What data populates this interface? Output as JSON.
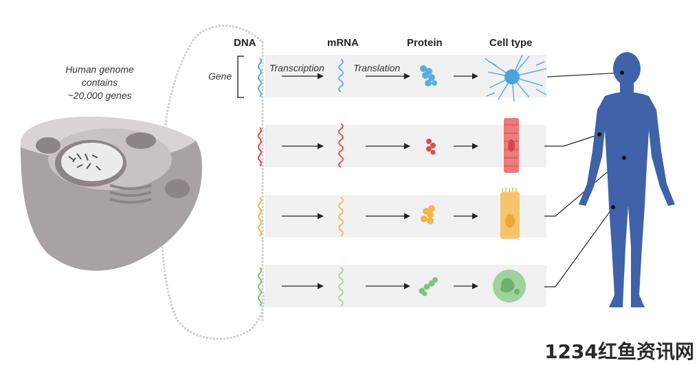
{
  "headers": {
    "dna": "DNA",
    "mrna": "mRNA",
    "protein": "Protein",
    "cell_type": "Cell type"
  },
  "labels": {
    "gene": "Gene",
    "transcription": "Transcription",
    "translation": "Translation",
    "genome_line1": "Human genome",
    "genome_line2": "contains",
    "genome_line3": "~20,000 genes"
  },
  "rows": [
    {
      "id": "neuron",
      "color": "#5aaee0",
      "cell": "nerve cell"
    },
    {
      "id": "muscle",
      "color": "#e04a4a",
      "cell": "muscle cell"
    },
    {
      "id": "epithelial",
      "color": "#f2b64a",
      "cell": "epithelial cell"
    },
    {
      "id": "immune",
      "color": "#7cc47c",
      "cell": "immune cell"
    }
  ],
  "colors": {
    "body": "#3f62a8",
    "band": "#f1f1f1",
    "cell_membrane": "#a8a2a2",
    "nucleus": "#ececec"
  },
  "watermark": "1234红鱼资讯网"
}
